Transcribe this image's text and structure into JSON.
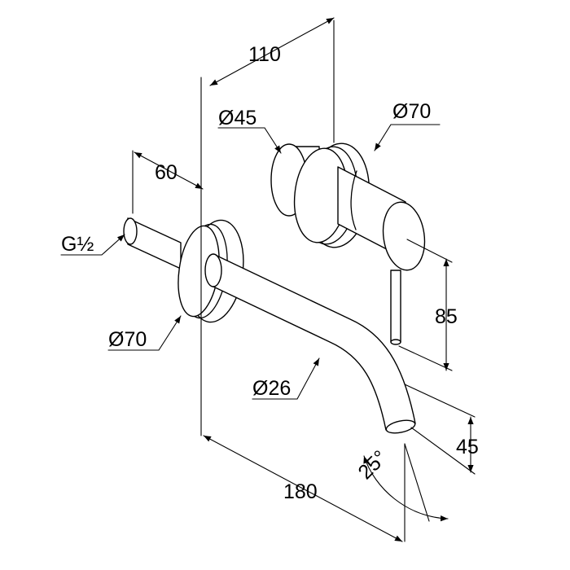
{
  "drawing": {
    "dimensions": {
      "body_depth": "110",
      "lever_diameter": "Ø45",
      "rosette_diameter_lever": "Ø70",
      "inlet_length": "60",
      "thread": "G½",
      "rosette_diameter_spout": "Ø70",
      "spout_diameter": "Ø26",
      "lever_height": "85",
      "spout_drop": "45",
      "spout_angle": "25°",
      "spout_projection": "180"
    }
  }
}
